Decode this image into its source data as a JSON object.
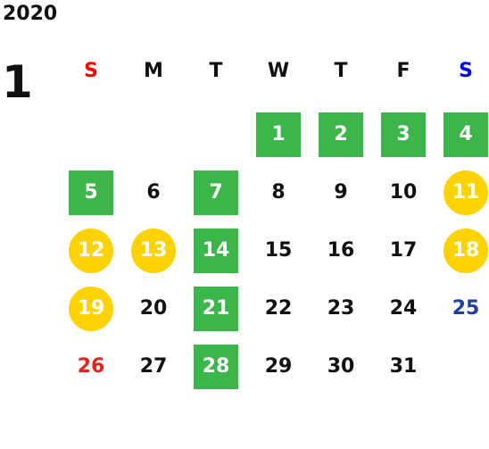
{
  "calendar": {
    "year": "2020",
    "month": "1",
    "weekdays": [
      {
        "label": "S",
        "color": "#ff0000"
      },
      {
        "label": "M",
        "color": "#111111"
      },
      {
        "label": "T",
        "color": "#111111"
      },
      {
        "label": "W",
        "color": "#111111"
      },
      {
        "label": "T",
        "color": "#111111"
      },
      {
        "label": "F",
        "color": "#111111"
      },
      {
        "label": "S",
        "color": "#0000ff"
      }
    ],
    "colors": {
      "green": "#3cb54a",
      "yellow": "#ffd200",
      "red": "#e8221a",
      "blue": "#1e3f9c"
    },
    "weeks": [
      [
        {
          "day": "",
          "style": "none"
        },
        {
          "day": "",
          "style": "none"
        },
        {
          "day": "",
          "style": "none"
        },
        {
          "day": "1",
          "style": "green"
        },
        {
          "day": "2",
          "style": "green"
        },
        {
          "day": "3",
          "style": "green"
        },
        {
          "day": "4",
          "style": "green"
        }
      ],
      [
        {
          "day": "5",
          "style": "green"
        },
        {
          "day": "6",
          "style": "plain"
        },
        {
          "day": "7",
          "style": "green"
        },
        {
          "day": "8",
          "style": "plain"
        },
        {
          "day": "9",
          "style": "plain"
        },
        {
          "day": "10",
          "style": "plain"
        },
        {
          "day": "11",
          "style": "yellow"
        }
      ],
      [
        {
          "day": "12",
          "style": "yellow"
        },
        {
          "day": "13",
          "style": "yellow"
        },
        {
          "day": "14",
          "style": "green"
        },
        {
          "day": "15",
          "style": "plain"
        },
        {
          "day": "16",
          "style": "plain"
        },
        {
          "day": "17",
          "style": "plain"
        },
        {
          "day": "18",
          "style": "yellow"
        }
      ],
      [
        {
          "day": "19",
          "style": "yellow"
        },
        {
          "day": "20",
          "style": "plain"
        },
        {
          "day": "21",
          "style": "green"
        },
        {
          "day": "22",
          "style": "plain"
        },
        {
          "day": "23",
          "style": "plain"
        },
        {
          "day": "24",
          "style": "plain"
        },
        {
          "day": "25",
          "style": "blue-text"
        }
      ],
      [
        {
          "day": "26",
          "style": "red-text"
        },
        {
          "day": "27",
          "style": "plain"
        },
        {
          "day": "28",
          "style": "green"
        },
        {
          "day": "29",
          "style": "plain"
        },
        {
          "day": "30",
          "style": "plain"
        },
        {
          "day": "31",
          "style": "plain"
        },
        {
          "day": "",
          "style": "none"
        }
      ]
    ]
  }
}
